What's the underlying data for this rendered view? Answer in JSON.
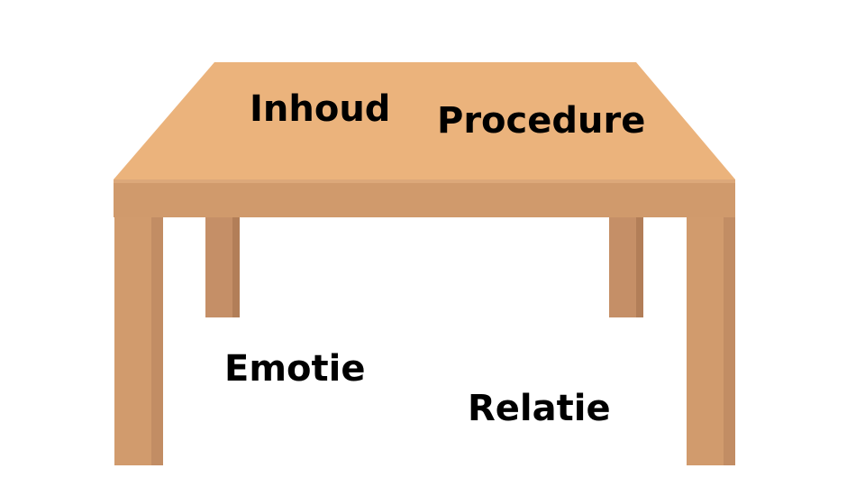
{
  "labels": {
    "top_left": "Inhoud",
    "top_right": "Procedure",
    "bottom_left": "Emotie",
    "bottom_right": "Relatie"
  },
  "colors": {
    "tabletop": "#ebb37c",
    "apron": "#d09a6c",
    "front_leg": "#d19b6d",
    "back_leg": "#c58f67",
    "leg_shade": "#b27e58",
    "text": "#000000",
    "background": "#ffffff"
  },
  "icons": {
    "table": "table-icon"
  }
}
